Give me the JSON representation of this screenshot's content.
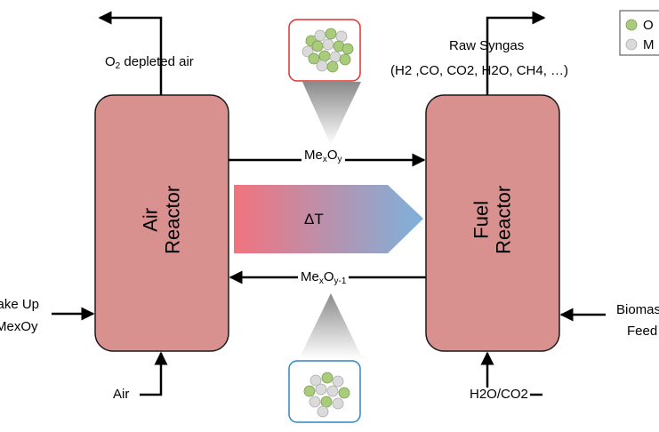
{
  "air_reactor": {
    "line1": "Air",
    "line2": "Reactor"
  },
  "fuel_reactor": {
    "line1": "Fuel",
    "line2": "Reactor"
  },
  "gradient_label": "ΔT",
  "outlet_air": {
    "pre": "O",
    "sub": "2",
    "post": " depleted air"
  },
  "outlet_syngas": {
    "title": "Raw Syngas",
    "composition": "(H2 ,CO, CO2, H2O, CH4, …)"
  },
  "oxidized_flow": {
    "base": "Me",
    "sub1": "x",
    "mid": "O",
    "sub2": "y"
  },
  "reduced_flow": {
    "base": "Me",
    "sub1": "x",
    "mid": "O",
    "sub2": "y-1"
  },
  "makeup": {
    "line1": "Make Up",
    "line2": "MexOy"
  },
  "air_inlet": "Air",
  "biomass_inlet": {
    "line1": "Biomass",
    "line2": "Feed"
  },
  "gasifying_agent": "H2O/CO2",
  "legend": [
    {
      "label": "O",
      "color": "#a8cc7a"
    },
    {
      "label": "M",
      "color": "#d6d6d6"
    }
  ],
  "colors": {
    "reactor_fill": "#d99190",
    "gradient_hot": "#f2737e",
    "gradient_cold": "#7db1dc",
    "oxidized_box_border": "#e0312d",
    "reduced_box_border": "#2f86c4",
    "oxygen_atom": "#a8cc7a",
    "metal_atom": "#dadada"
  }
}
